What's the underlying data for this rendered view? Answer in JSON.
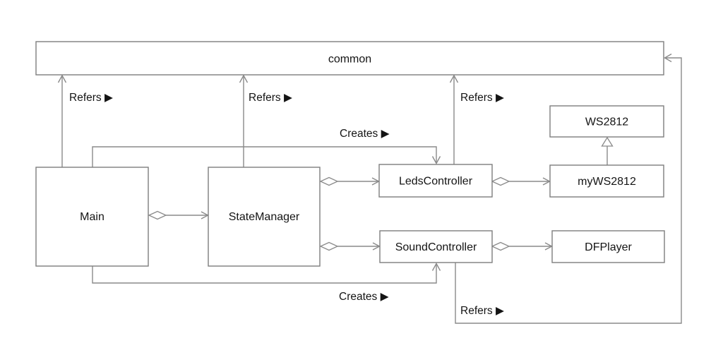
{
  "diagram_type": "uml-package-class-diagram",
  "nodes": {
    "common": {
      "label": "common"
    },
    "main": {
      "label": "Main"
    },
    "state_manager": {
      "label": "StateManager"
    },
    "leds_controller": {
      "label": "LedsController"
    },
    "sound_controller": {
      "label": "SoundController"
    },
    "ws2812": {
      "label": "WS2812"
    },
    "my_ws2812": {
      "label": "myWS2812"
    },
    "df_player": {
      "label": "DFPlayer"
    }
  },
  "edges": {
    "main_refers_common": {
      "label": "Refers ▶",
      "type": "dependency-arrow"
    },
    "statemanager_refers_common": {
      "label": "Refers ▶",
      "type": "dependency-arrow"
    },
    "ledscontroller_refers_common": {
      "label": "Refers ▶",
      "type": "dependency-arrow"
    },
    "soundcontroller_refers_common": {
      "label": "Refers ▶",
      "type": "dependency-arrow"
    },
    "main_creates_ledscontroller": {
      "label": "Creates ▶",
      "type": "dependency-arrow"
    },
    "main_creates_soundcontroller": {
      "label": "Creates ▶",
      "type": "dependency-arrow"
    },
    "main_aggregates_statemanager": {
      "type": "aggregation"
    },
    "statemanager_aggregates_ledscontroller": {
      "type": "aggregation"
    },
    "statemanager_aggregates_soundcontroller": {
      "type": "aggregation"
    },
    "ledscontroller_aggregates_myws2812": {
      "type": "aggregation"
    },
    "soundcontroller_aggregates_dfplayer": {
      "type": "aggregation"
    },
    "myws2812_inherits_ws2812": {
      "type": "inheritance"
    }
  },
  "colors": {
    "line": "#8a8a8a",
    "box_border": "#7e7e7e",
    "box_fill": "#ffffff",
    "text": "#141414",
    "bg": "#ffffff"
  }
}
